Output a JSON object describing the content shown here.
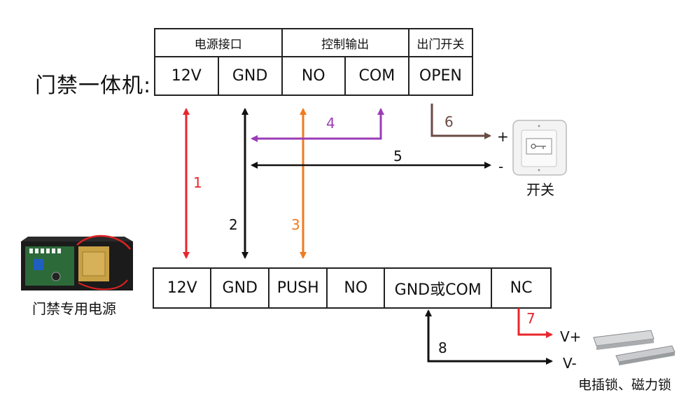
{
  "controller": {
    "title": "门禁一体机:",
    "groups": [
      {
        "label": "电源接口",
        "span": 2
      },
      {
        "label": "控制输出",
        "span": 2
      },
      {
        "label": "出门开关",
        "span": 1
      }
    ],
    "terminals": [
      "12V",
      "GND",
      "NO",
      "COM",
      "OPEN"
    ]
  },
  "power_supply": {
    "label": "门禁专用电源",
    "terminals": [
      "12V",
      "GND",
      "PUSH",
      "NO",
      "GND或COM",
      "NC"
    ]
  },
  "exit_switch": {
    "label": "开关",
    "plus": "+",
    "minus": "-"
  },
  "lock": {
    "label": "电插锁、磁力锁",
    "vplus": "V+",
    "vminus": "V-"
  },
  "wires": [
    {
      "num": "1",
      "color": "#e8262b"
    },
    {
      "num": "2",
      "color": "#111111"
    },
    {
      "num": "3",
      "color": "#f07a1e"
    },
    {
      "num": "4",
      "color": "#9b3cb7"
    },
    {
      "num": "5",
      "color": "#111111"
    },
    {
      "num": "6",
      "color": "#6b4a44"
    },
    {
      "num": "7",
      "color": "#e8262b"
    },
    {
      "num": "8",
      "color": "#111111"
    }
  ]
}
